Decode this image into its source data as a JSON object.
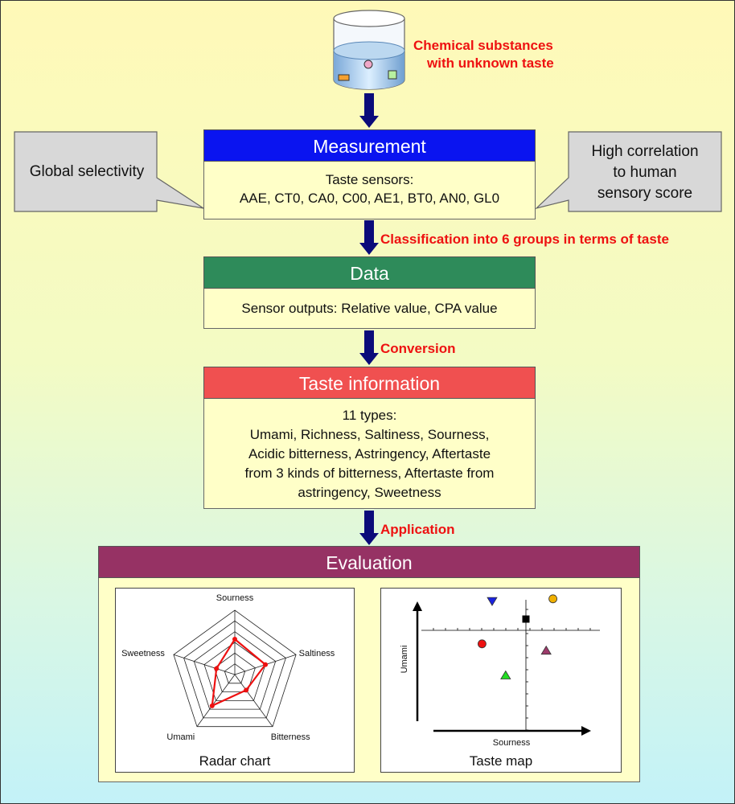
{
  "source": {
    "label_line1": "Chemical substances",
    "label_line2": "with unknown taste"
  },
  "measurement": {
    "title": "Measurement",
    "line1": "Taste sensors:",
    "line2": "AAE, CT0, CA0, C00, AE1, BT0, AN0, GL0",
    "header_color": "#0a14f0"
  },
  "callout_left": {
    "text": "Global selectivity"
  },
  "callout_right": {
    "line1": "High correlation",
    "line2": "to  human",
    "line3": "sensory score"
  },
  "arrow1_label": "Classification into 6 groups in terms of taste",
  "data_box": {
    "title": "Data",
    "line1": "Sensor outputs: Relative value, CPA value",
    "header_color": "#2e8b5a"
  },
  "arrow2_label": "Conversion",
  "taste_info": {
    "title": "Taste information",
    "line1": "11 types:",
    "line2": "Umami, Richness, Saltiness, Sourness,",
    "line3": "Acidic bitterness, Astringency, Aftertaste",
    "line4": "from 3 kinds of bitterness, Aftertaste from",
    "line5": "astringency, Sweetness",
    "header_color": "#f05050"
  },
  "arrow3_label": "Application",
  "evaluation": {
    "title": "Evaluation",
    "header_color": "#963264",
    "radar_caption": "Radar chart",
    "map_caption": "Taste map"
  },
  "chart_data": [
    {
      "type": "radar",
      "axes": [
        "Sourness",
        "Saltiness",
        "Bitterness",
        "Umami",
        "Sweetness"
      ],
      "levels": 6,
      "values": [
        0.55,
        0.5,
        0.3,
        0.6,
        0.3
      ],
      "series_color": "#ee1111",
      "title": "Radar chart"
    },
    {
      "type": "scatter",
      "xlabel": "Sourness",
      "ylabel": "Umami",
      "points": [
        {
          "x": -1.0,
          "y": 1.3,
          "marker": "triangle-down",
          "color": "#1a22e0"
        },
        {
          "x": 0.8,
          "y": 1.4,
          "marker": "circle",
          "color": "#f0b000"
        },
        {
          "x": 0.0,
          "y": 0.5,
          "marker": "square",
          "color": "#000000"
        },
        {
          "x": -1.3,
          "y": -0.6,
          "marker": "circle",
          "color": "#ee1111"
        },
        {
          "x": 0.6,
          "y": -0.9,
          "marker": "triangle-up",
          "color": "#9c3a6a"
        },
        {
          "x": -0.6,
          "y": -2.0,
          "marker": "triangle-up",
          "color": "#22dd22"
        }
      ],
      "title": "Taste map"
    }
  ]
}
